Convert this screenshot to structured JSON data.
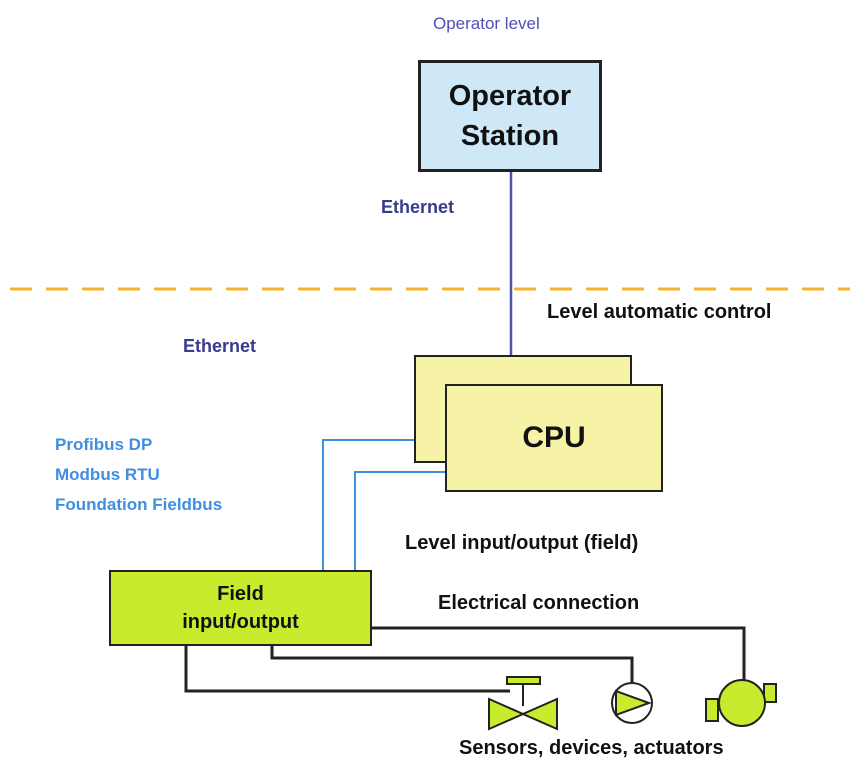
{
  "operator_level": {
    "caption": "Operator level",
    "box_line1": "Operator",
    "box_line2": "Station"
  },
  "connections": {
    "ethernet_upper": "Ethernet",
    "ethernet_lower": "Ethernet"
  },
  "control_level": {
    "caption": "Level automatic control",
    "cpu_label": "CPU"
  },
  "field_level": {
    "caption": "Level input/output (field)",
    "box_line1": "Field",
    "box_line2": "input/output",
    "electrical": "Electrical connection",
    "devices_caption": "Sensors, devices, actuators"
  },
  "buses": [
    "Profibus DP",
    "Modbus RTU",
    "Foundation Fieldbus"
  ],
  "devices": [
    {
      "name": "valve-icon"
    },
    {
      "name": "pump-icon"
    },
    {
      "name": "motor-icon"
    }
  ],
  "colors": {
    "ethernet_line": "#5050a8",
    "fieldbus_line": "#3f8ee0",
    "electrical_line": "#222222",
    "level_separator": "#f2b52b",
    "operator_box": "#cfe8f7",
    "cpu_box": "#f6f3a6",
    "field_box": "#c7ec2d",
    "device_fill": "#c7ec2d"
  }
}
